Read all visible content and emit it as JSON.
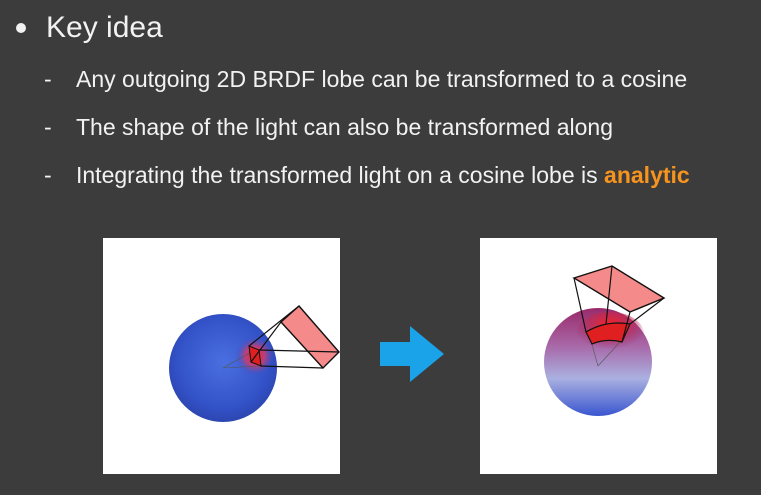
{
  "bullets": {
    "main": "Key idea",
    "sub": [
      {
        "text": "Any outgoing 2D BRDF lobe can be transformed to a cosine"
      },
      {
        "text": "The shape of the light can also be transformed along"
      },
      {
        "text": "Integrating the transformed light on a cosine lobe is ",
        "highlight": "analytic"
      }
    ],
    "dash": "-"
  },
  "colors": {
    "background": "#3c3c3c",
    "text": "#f2f2f2",
    "accent": "#f7941d",
    "arrow": "#1aa3e8",
    "sphere_blue": "#3355cc",
    "light_red": "#f07a7a"
  },
  "figures": {
    "left": "brdf-lobe-sphere-with-light-polygon",
    "right": "cosine-lobe-sphere-with-transformed-light",
    "arrow_icon": "right-arrow-icon"
  }
}
